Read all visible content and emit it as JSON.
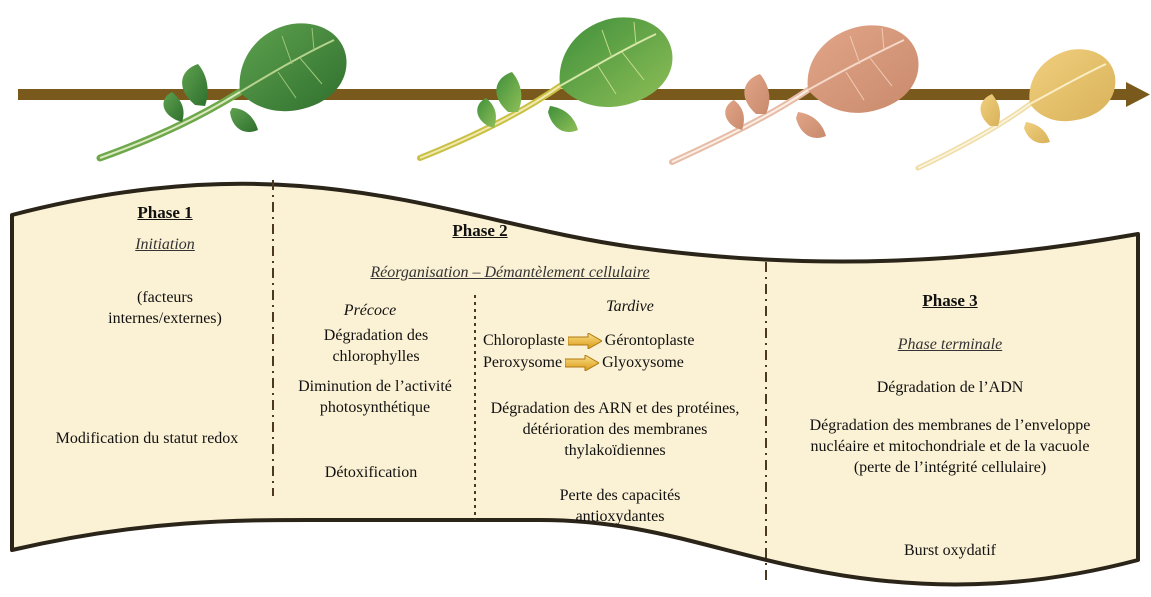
{
  "colors": {
    "timeline_arrow": "#7a5a1c",
    "banner_fill": "#fbf1d4",
    "banner_outline": "#2b2419",
    "leaf_green": "#3f8a3a",
    "leaf_orange": "#d99a7b",
    "leaf_yellow": "#e8c46a",
    "transition_arrow": "#e8b020"
  },
  "phase1": {
    "title": "Phase 1",
    "subtitle": "Initiation",
    "factors": "(facteurs internes/externes)",
    "redox": "Modification du statut redox"
  },
  "phase2": {
    "title": "Phase 2",
    "subtitle": "Réorganisation – Démantèlement cellulaire",
    "precoce": {
      "title": "Précoce",
      "item1": "Dégradation des chlorophylles",
      "item2": "Diminution de l’activité photosynthétique",
      "item3": "Détoxification"
    },
    "tardive": {
      "title": "Tardive",
      "row1_from": "Chloroplaste",
      "row1_to": "Gérontoplaste",
      "row2_from": "Peroxysome",
      "row2_to": "Glyoxysome",
      "item1": "Dégradation des ARN et des protéines, détérioration des membranes thylakoïdiennes",
      "item2": "Perte des capacités antioxydantes"
    }
  },
  "phase3": {
    "title": "Phase 3",
    "subtitle": "Phase terminale",
    "item1": "Dégradation de l’ADN",
    "item2": "Dégradation des membranes de l’enveloppe nucléaire et mitochondriale et de la vacuole (perte de l’intégrité cellulaire)",
    "item3": "Burst oxydatif"
  }
}
